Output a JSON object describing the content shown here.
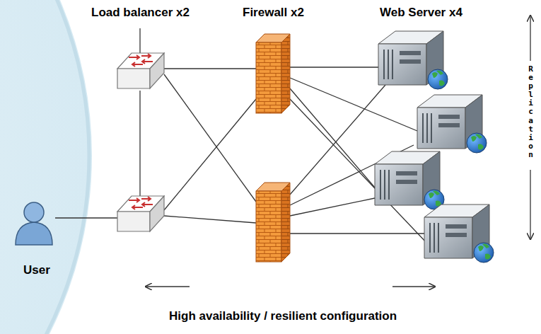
{
  "diagram": {
    "caption": "High availability / resilient configuration",
    "nodes": [
      {
        "text": [
          "User"
        ]
      }
    ],
    "labels": [
      "Load balancer x2",
      "Firewall x2",
      "Web Server x4",
      "Replication"
    ]
  }
}
